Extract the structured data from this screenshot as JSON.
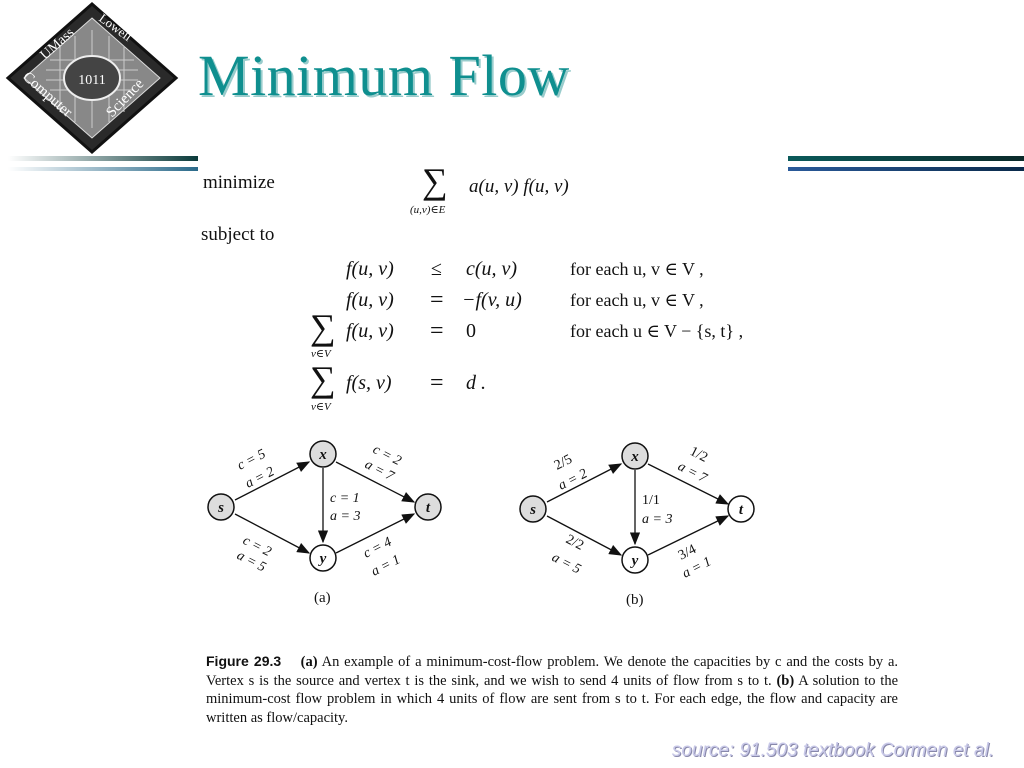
{
  "logo": {
    "top_text": "UMass",
    "top_right_text": "Lowell",
    "bottom_left_text": "Computer",
    "bottom_right_text": "Science"
  },
  "title": "Minimum Flow",
  "lp": {
    "minimize_label": "minimize",
    "objective": "a(u, v) f(u, v)",
    "objective_sub": "(u,v)∈E",
    "subject_label": "subject to",
    "constraints": [
      {
        "lhs": "f(u, v)",
        "rel": "≤",
        "rhs": "c(u, v)",
        "cond": "for each u, v ∈ V ,",
        "sum": ""
      },
      {
        "lhs": "f(u, v)",
        "rel": "=",
        "rhs": "−f(v, u)",
        "cond": "for each u, v ∈ V ,",
        "sum": ""
      },
      {
        "lhs": "f(u, v)",
        "rel": "=",
        "rhs": "0",
        "cond": "for each u ∈ V − {s, t} ,",
        "sum": "v∈V"
      },
      {
        "lhs": "f(s, v)",
        "rel": "=",
        "rhs": "d .",
        "cond": "",
        "sum": "v∈V"
      }
    ]
  },
  "graph_a": {
    "label": "(a)",
    "nodes": [
      "s",
      "x",
      "y",
      "t"
    ],
    "edges": [
      {
        "from": "s",
        "to": "x",
        "c": "c = 5",
        "a": "a = 2"
      },
      {
        "from": "x",
        "to": "t",
        "c": "c = 2",
        "a": "a = 7"
      },
      {
        "from": "x",
        "to": "y",
        "c": "c = 1",
        "a": "a = 3"
      },
      {
        "from": "s",
        "to": "y",
        "c": "c = 2",
        "a": "a = 5"
      },
      {
        "from": "y",
        "to": "t",
        "c": "c = 4",
        "a": "a = 1"
      }
    ]
  },
  "graph_b": {
    "label": "(b)",
    "nodes": [
      "s",
      "x",
      "y",
      "t"
    ],
    "edges": [
      {
        "from": "s",
        "to": "x",
        "c": "2/5",
        "a": "a = 2"
      },
      {
        "from": "x",
        "to": "t",
        "c": "1/2",
        "a": "a = 7"
      },
      {
        "from": "x",
        "to": "y",
        "c": "1/1",
        "a": "a = 3"
      },
      {
        "from": "s",
        "to": "y",
        "c": "2/2",
        "a": "a = 5"
      },
      {
        "from": "y",
        "to": "t",
        "c": "3/4",
        "a": "a = 1"
      }
    ]
  },
  "caption": {
    "figure_label": "Figure 29.3",
    "a_label": "(a)",
    "text_a": "An example of a minimum-cost-flow problem. We denote the capacities by c and the costs by a. Vertex s is the source and vertex t is the sink, and we wish to send 4 units of flow from s to t.",
    "b_label": "(b)",
    "text_b": "A solution to the minimum-cost flow problem in which 4 units of flow are sent from s to t. For each edge, the flow and capacity are written as flow/capacity."
  },
  "source": "source: 91.503 textbook Cormen et al."
}
